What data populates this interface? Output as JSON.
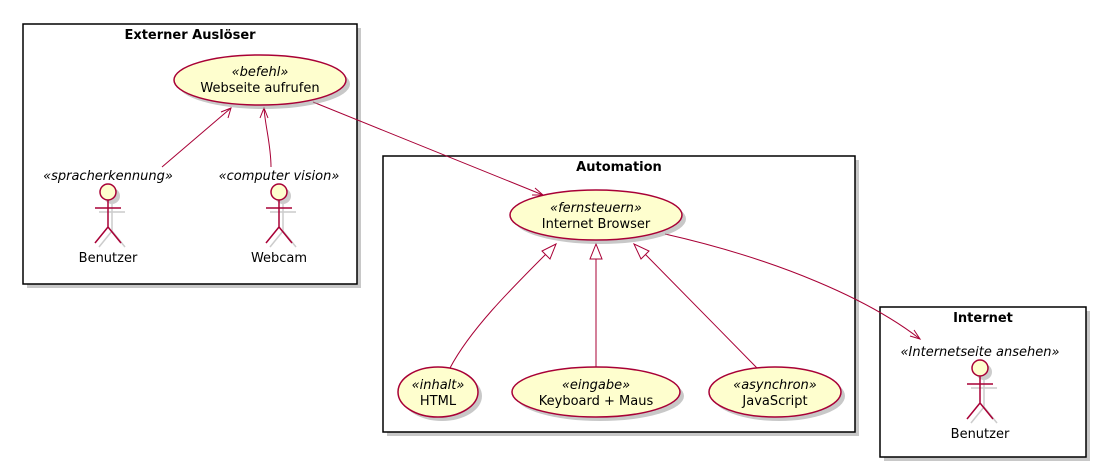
{
  "colors": {
    "usecase_fill": "#FEFECE",
    "line": "#A80036",
    "package_border": "#000000",
    "background": "#FFFFFF"
  },
  "packages": {
    "extern": {
      "title": "Externer Auslöser"
    },
    "automation": {
      "title": "Automation"
    },
    "internet": {
      "title": "Internet"
    }
  },
  "usecases": {
    "webseite": {
      "stereotype": "«befehl»",
      "label": "Webseite aufrufen"
    },
    "browser": {
      "stereotype": "«fernsteuern»",
      "label": "Internet Browser"
    },
    "html": {
      "stereotype": "«inhalt»",
      "label": "HTML"
    },
    "keyboard": {
      "stereotype": "«eingabe»",
      "label": "Keyboard + Maus"
    },
    "javascript": {
      "stereotype": "«asynchron»",
      "label": "JavaScript"
    }
  },
  "actors": {
    "benutzer1": {
      "stereotype": "«spracherkennung»",
      "label": "Benutzer"
    },
    "webcam": {
      "stereotype": "«computer vision»",
      "label": "Webcam"
    },
    "benutzer2": {
      "stereotype": "«Internetseite ansehen»",
      "label": "Benutzer"
    }
  },
  "relations": [
    {
      "from": "benutzer1",
      "to": "webseite",
      "kind": "association-arrow"
    },
    {
      "from": "webcam",
      "to": "webseite",
      "kind": "association-arrow"
    },
    {
      "from": "webseite",
      "to": "browser",
      "kind": "association-arrow"
    },
    {
      "from": "browser",
      "to": "benutzer2",
      "kind": "association-arrow"
    },
    {
      "from": "html",
      "to": "browser",
      "kind": "generalization"
    },
    {
      "from": "keyboard",
      "to": "browser",
      "kind": "generalization"
    },
    {
      "from": "javascript",
      "to": "browser",
      "kind": "generalization"
    }
  ]
}
